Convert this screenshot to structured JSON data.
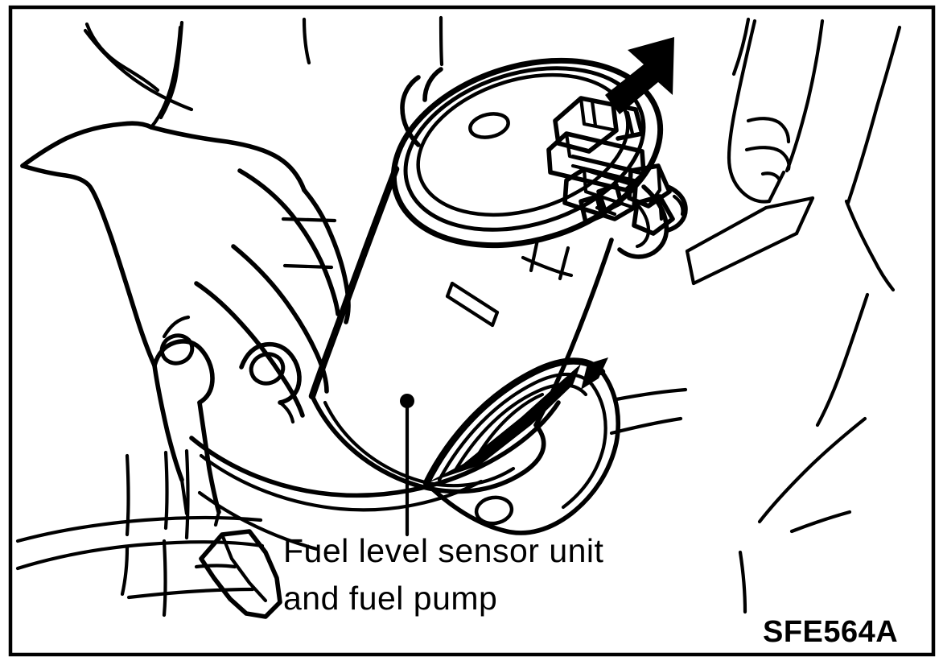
{
  "figure": {
    "kind": "technical-line-illustration",
    "subject": "Removing fuel level sensor unit and fuel pump from fuel tank",
    "background_color": "#ffffff",
    "ink_color": "#000000",
    "border": {
      "present": true,
      "color": "#000000",
      "stroke_width": 4
    }
  },
  "callout": {
    "label_line_1": "Fuel level sensor unit",
    "label_line_2": "and fuel pump",
    "leader": {
      "style": "vertical-line-with-dot",
      "dot_label": "leader-dot"
    }
  },
  "reference": {
    "code": "SFE564A"
  },
  "annotations": {
    "arrow": {
      "name": "direction-arrow",
      "direction": "up-right",
      "fill": "#000000",
      "meaning": "pull up and out"
    }
  },
  "parts": [
    {
      "name": "hand-left",
      "label": "Technician hand gripping pump"
    },
    {
      "name": "pump-body",
      "label": "Fuel pump cylindrical body"
    },
    {
      "name": "pump-flange",
      "label": "Pump mounting flange"
    },
    {
      "name": "electrical-connector",
      "label": "Electrical connector block"
    },
    {
      "name": "tank-opening",
      "label": "Fuel tank access opening"
    },
    {
      "name": "fuel-hose",
      "label": "Fuel hose"
    },
    {
      "name": "body-panel",
      "label": "Vehicle body panel"
    }
  ]
}
